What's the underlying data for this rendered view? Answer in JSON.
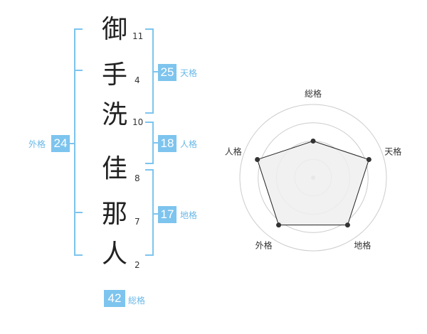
{
  "name_chars": [
    {
      "char": "御",
      "strokes": "11"
    },
    {
      "char": "手",
      "strokes": "4"
    },
    {
      "char": "洗",
      "strokes": "10"
    },
    {
      "char": "佳",
      "strokes": "8"
    },
    {
      "char": "那",
      "strokes": "7"
    },
    {
      "char": "人",
      "strokes": "2"
    }
  ],
  "kakusu": {
    "tenkaku": {
      "value": "25",
      "label": "天格"
    },
    "jinkaku": {
      "value": "18",
      "label": "人格"
    },
    "chikaku": {
      "value": "17",
      "label": "地格"
    },
    "gaikaku": {
      "value": "24",
      "label": "外格"
    },
    "soukaku": {
      "value": "42",
      "label": "総格"
    }
  },
  "chart_data": {
    "type": "radar",
    "axes": [
      "総格",
      "天格",
      "地格",
      "外格",
      "人格"
    ],
    "values": [
      2.5,
      4,
      4,
      4,
      4
    ],
    "max": 5,
    "rings": 4,
    "colors": {
      "fill": "#eeeeee",
      "line": "#222222",
      "grid": "#cccccc",
      "center": "#bbbbbb"
    }
  }
}
